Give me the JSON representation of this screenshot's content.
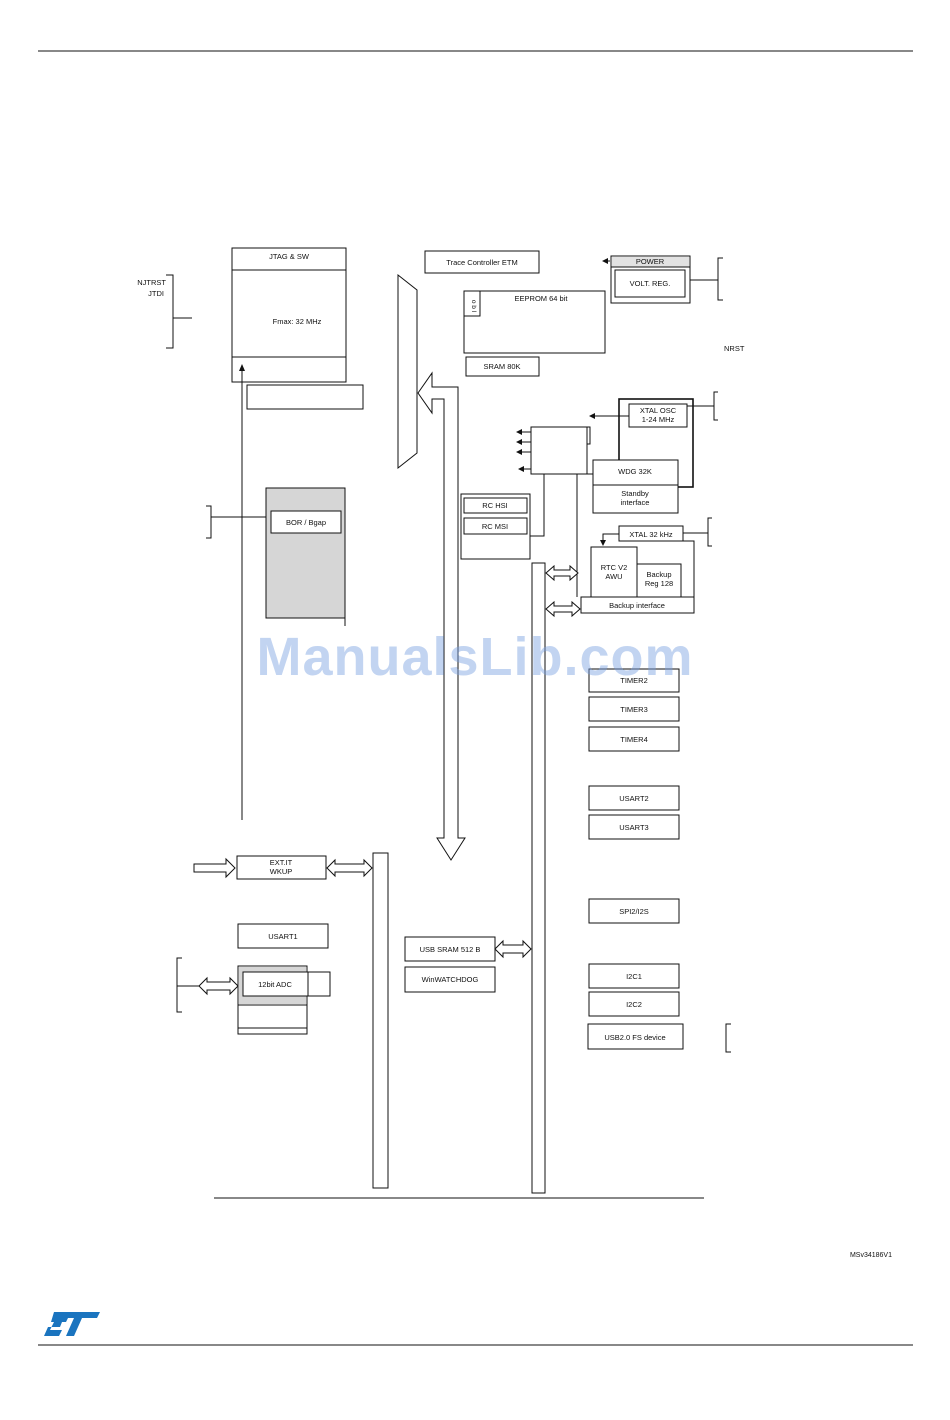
{
  "labels": {
    "jtag": "JTAG & SW",
    "fmax": "Fmax: 32 MHz",
    "njtrst": "NJTRST",
    "jtdi": "JTDI",
    "trace": "Trace Controller ETM",
    "eeprom": "EEPROM 64 bit",
    "obl": "o b l",
    "sram": "SRAM 80K",
    "power": "POWER",
    "voltreg": "VOLT. REG.",
    "nrst": "NRST",
    "xtal_osc_1": "XTAL OSC",
    "xtal_osc_2": "1-24 MHz",
    "wdg": "WDG 32K",
    "standby_1": "Standby",
    "standby_2": "interface",
    "rc_hsi": "RC HSI",
    "rc_msi": "RC MSI",
    "bor": "BOR / Bgap",
    "xtal32": "XTAL 32 kHz",
    "rtc_1": "RTC V2",
    "rtc_2": "AWU",
    "backup_reg_1": "Backup",
    "backup_reg_2": "Reg 128",
    "backup_if": "Backup interface",
    "timer2": "TIMER2",
    "timer3": "TIMER3",
    "timer4": "TIMER4",
    "usart2": "USART2",
    "usart3": "USART3",
    "exti_1": "EXT.IT",
    "exti_2": "WKUP",
    "spi": "SPI2/I2S",
    "usart1": "USART1",
    "usb_sram": "USB SRAM 512 B",
    "winwdg": "WinWATCHDOG",
    "adc": "12bit ADC",
    "i2c1": "I2C1",
    "i2c2": "I2C2",
    "usb_dev": "USB2.0 FS device"
  },
  "doc_id": "MSv34186V1",
  "watermark": "ManualsLib.com",
  "logo": "ST",
  "colors": {
    "logo": "#1a74bf",
    "gray_block": "#d6d6d6",
    "watermark": "#78a0e1"
  }
}
